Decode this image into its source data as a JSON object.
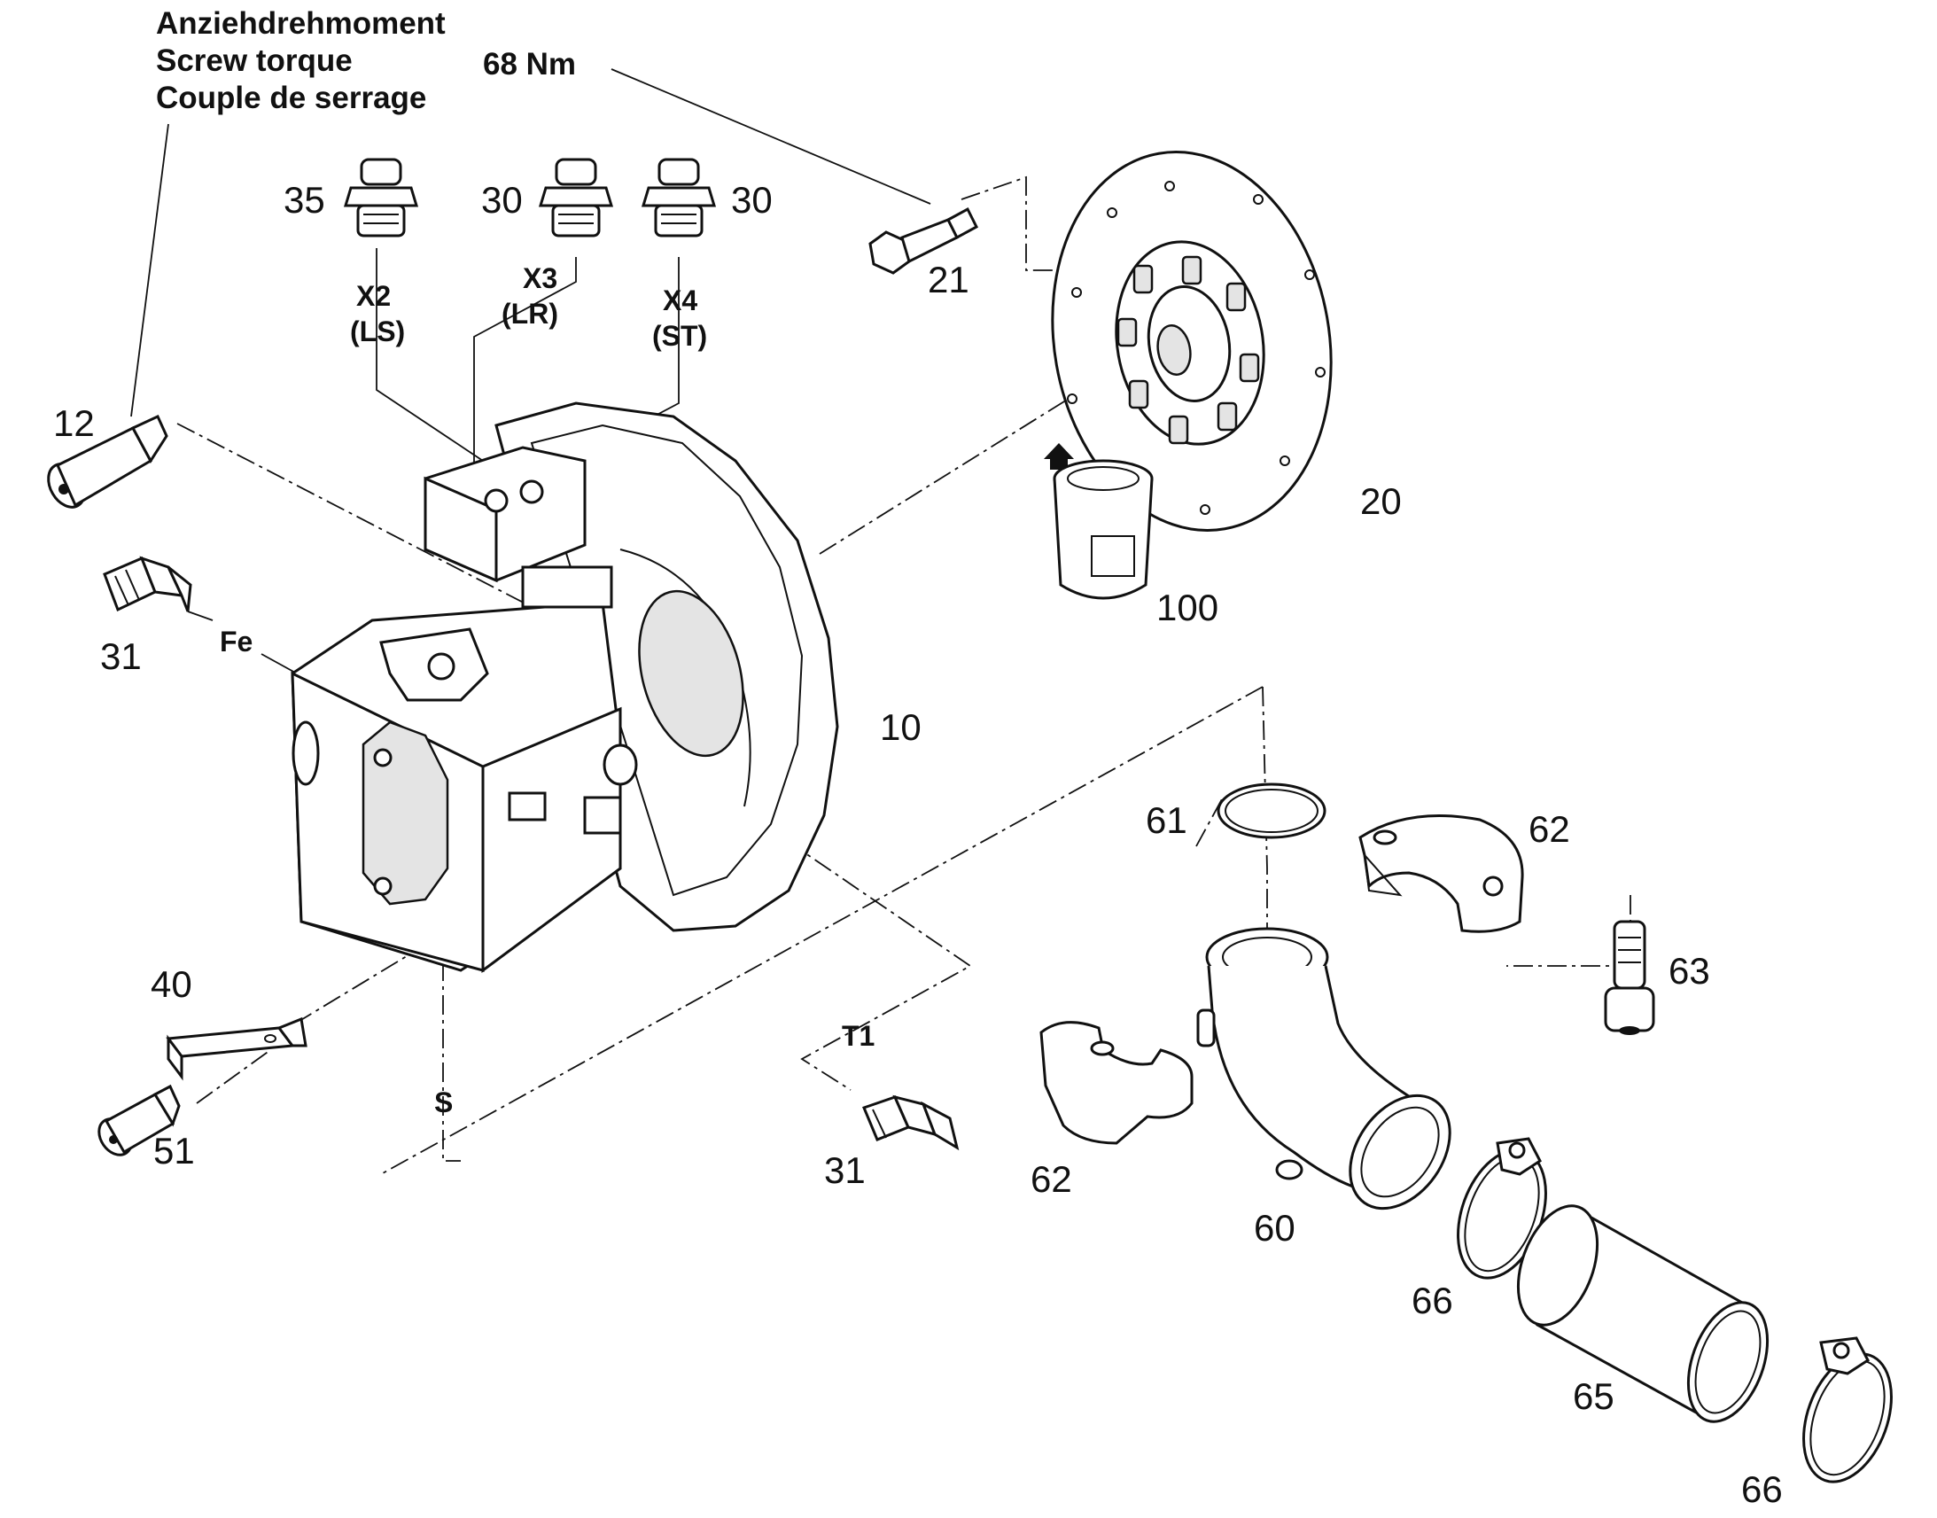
{
  "torque_note": {
    "lines": [
      "Anziehdrehmoment",
      "Screw torque",
      "Couple de serrage"
    ],
    "value": "68 Nm"
  },
  "ports": {
    "x2": "X2",
    "x2_sub": "(LS)",
    "x3": "X3",
    "x3_sub": "(LR)",
    "x4": "X4",
    "x4_sub": "(ST)",
    "fe": "Fe",
    "t1": "T1",
    "s": "S"
  },
  "part_numbers": {
    "p10": "10",
    "p12": "12",
    "p20": "20",
    "p21": "21",
    "p30a": "30",
    "p30b": "30",
    "p31a": "31",
    "p31b": "31",
    "p35": "35",
    "p40": "40",
    "p51": "51",
    "p60": "60",
    "p61": "61",
    "p62a": "62",
    "p62b": "62",
    "p63": "63",
    "p65": "65",
    "p66a": "66",
    "p66b": "66",
    "p100": "100"
  }
}
